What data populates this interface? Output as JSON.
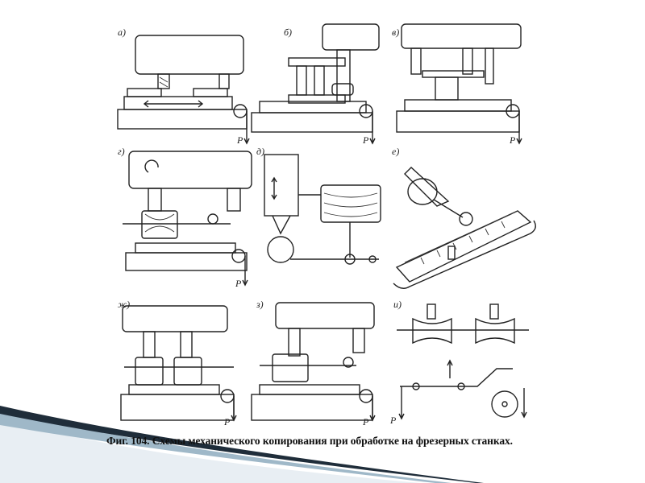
{
  "caption": "Фиг. 104. Схемы механического копирования при обработке на фрезерных станках.",
  "panels": [
    {
      "letter": "а)",
      "load_label": "P"
    },
    {
      "letter": "б)",
      "load_label": "P"
    },
    {
      "letter": "в)",
      "load_label": "P"
    },
    {
      "letter": "г)",
      "load_label": "P"
    },
    {
      "letter": "д)",
      "load_label": ""
    },
    {
      "letter": "е)",
      "load_label": ""
    },
    {
      "letter": "ж)",
      "load_label": "P"
    },
    {
      "letter": "з)",
      "load_label": "P"
    },
    {
      "letter": "и)",
      "load_label": "P"
    }
  ],
  "colors": {
    "ink": "#222222",
    "paper": "#ffffff",
    "swoosh_dark": "#1f2d3a",
    "swoosh_light": "#9fb8c8"
  }
}
